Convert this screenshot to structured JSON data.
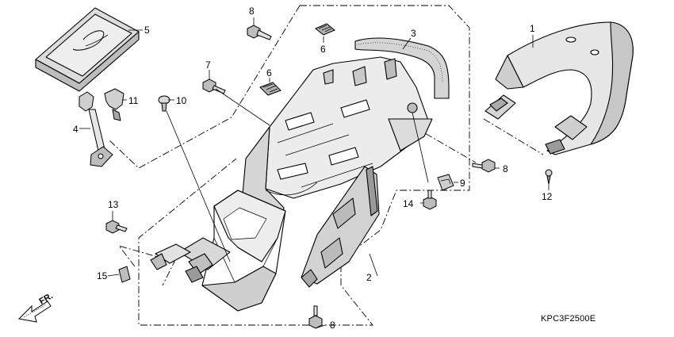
{
  "diagram_code": "KPC3F2500E",
  "direction_label": "FR.",
  "callouts": [
    "1",
    "2",
    "3",
    "4",
    "5",
    "6",
    "6",
    "7",
    "8",
    "8",
    "8",
    "9",
    "10",
    "11",
    "12",
    "13",
    "14",
    "15"
  ]
}
